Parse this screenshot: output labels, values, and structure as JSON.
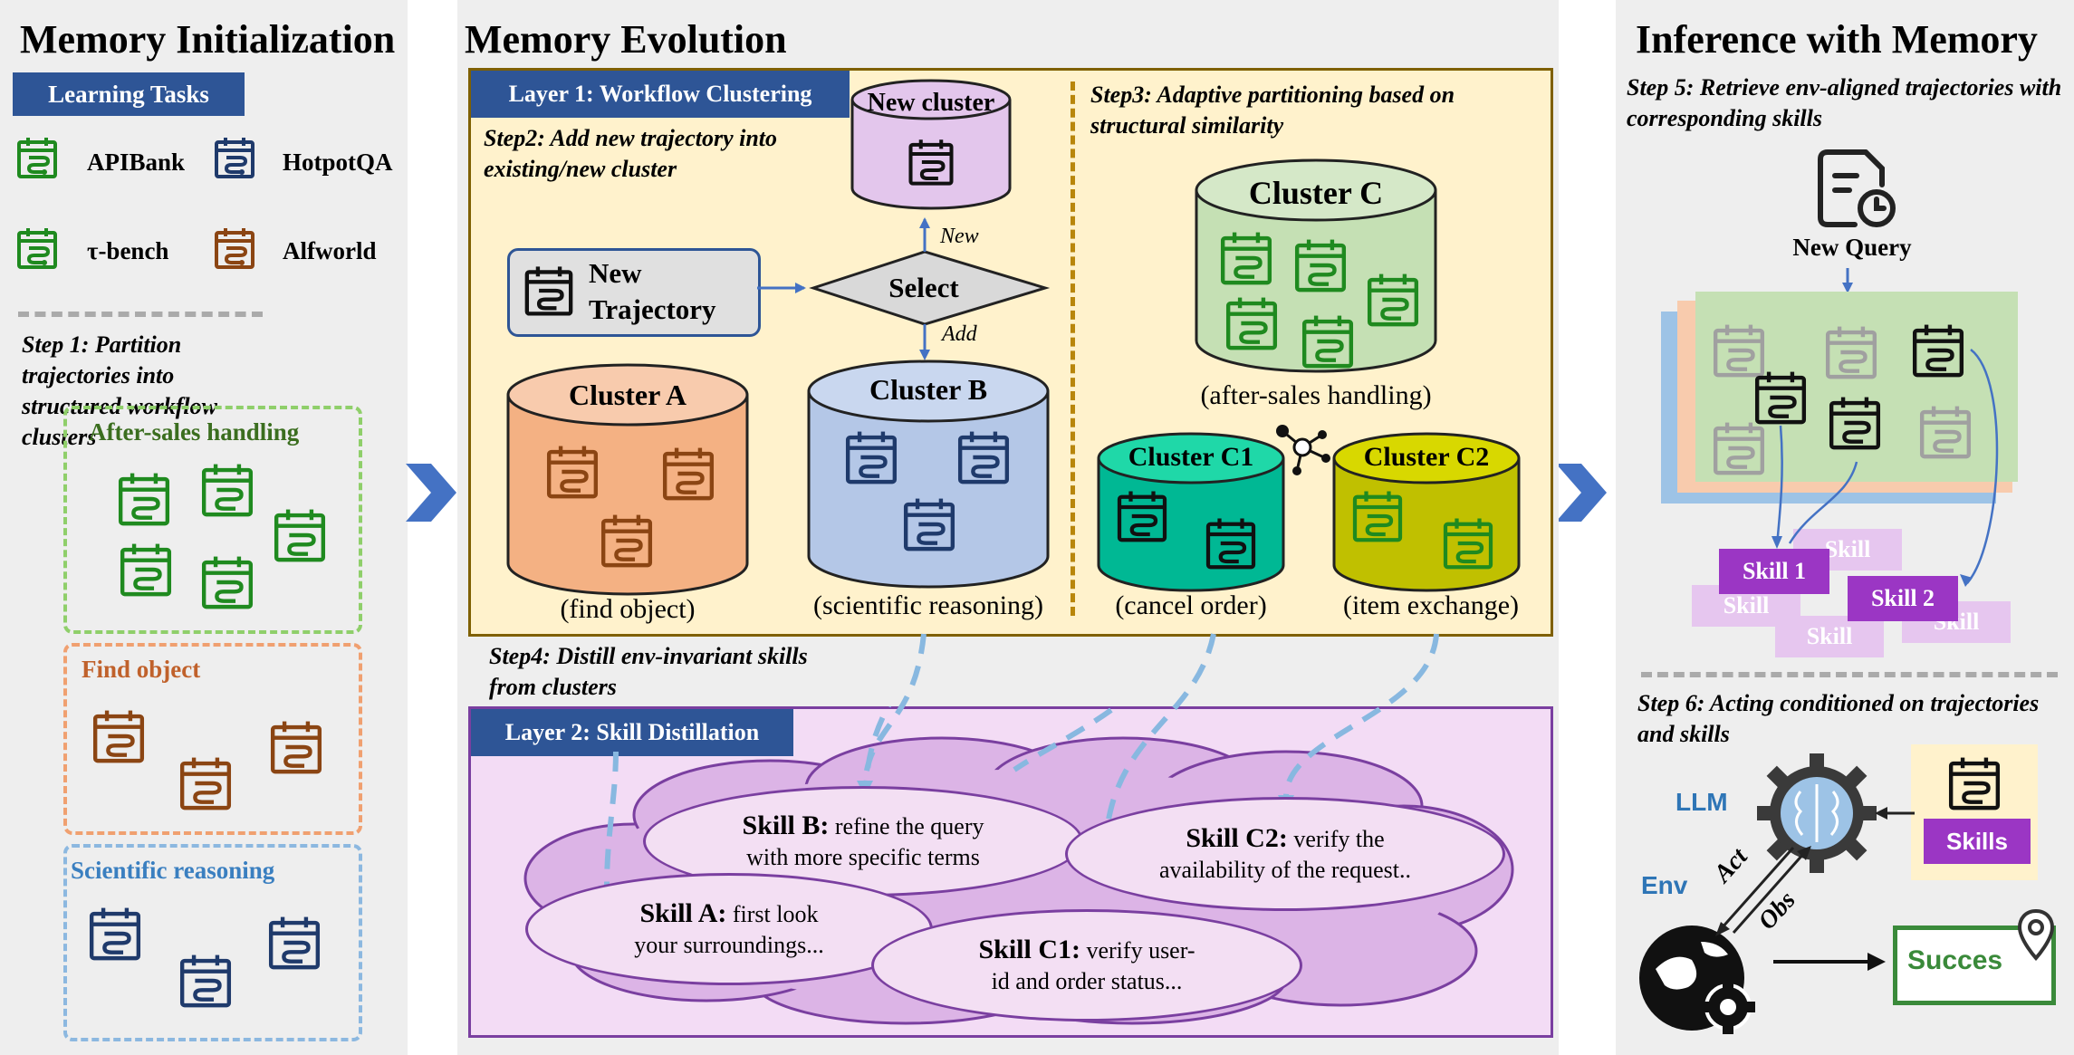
{
  "panels": {
    "init_title": "Memory Initialization",
    "evo_title": "Memory Evolution",
    "inf_title": "Inference with Memory"
  },
  "init": {
    "learning_tasks": "Learning Tasks",
    "tasks": [
      {
        "name": "APIBank",
        "color": "#1f8a1f"
      },
      {
        "name": "HotpotQA",
        "color": "#1f3a6b"
      },
      {
        "name": "τ-bench",
        "color": "#1f8a1f"
      },
      {
        "name": "Alfworld",
        "color": "#8b4513"
      }
    ],
    "step1": "Step 1: Partition trajectories into structured workflow clusters",
    "groups": [
      {
        "label": "After-sales handling",
        "color": "#3b6e1f",
        "border": "#8fcf6a"
      },
      {
        "label": "Find object",
        "color": "#c0612b",
        "border": "#f0a070"
      },
      {
        "label": "Scientific reasoning",
        "color": "#3a7fc0",
        "border": "#8cb8e0"
      }
    ]
  },
  "evo": {
    "layer1": "Layer 1: Workflow Clustering",
    "layer2": "Layer 2: Skill Distillation",
    "step2": "Step2: Add new trajectory into existing/new cluster",
    "step3": "Step3: Adaptive partitioning based on structural similarity",
    "step4": "Step4: Distill env-invariant skills from clusters",
    "new_cluster": "New cluster",
    "new_trajectory": "New Trajectory",
    "select": "Select",
    "new_arrow": "New",
    "add_arrow": "Add",
    "clusters": {
      "a": {
        "name": "Cluster A",
        "caption": "(find object)"
      },
      "b": {
        "name": "Cluster B",
        "caption": "(scientific reasoning)"
      },
      "c": {
        "name": "Cluster C",
        "caption": "(after-sales handling)"
      },
      "c1": {
        "name": "Cluster C1",
        "caption": "(cancel order)"
      },
      "c2": {
        "name": "Cluster C2",
        "caption": "(item exchange)"
      }
    },
    "skills": {
      "b": {
        "name": "Skill B:",
        "text1": "refine the query",
        "text2": "with more specific terms"
      },
      "c2": {
        "name": "Skill C2:",
        "text1": "verify the",
        "text2": "availability of the request.."
      },
      "a": {
        "name": "Skill A:",
        "text1": "first look",
        "text2": "your  surroundings..."
      },
      "c1": {
        "name": "Skill C1:",
        "text1": "verify user-",
        "text2": "id and order status..."
      }
    }
  },
  "inf": {
    "step5": "Step 5: Retrieve env-aligned trajectories with corresponding skills",
    "new_query": "New Query",
    "skill_labels": {
      "s1": "Skill 1",
      "s2": "Skill 2",
      "ghost": "Skill"
    },
    "step6": "Step 6: Acting conditioned on trajectories and skills",
    "llm": "LLM",
    "env": "Env",
    "act": "Act",
    "obs": "Obs",
    "skills_box": "Skills",
    "success": "Succes"
  }
}
